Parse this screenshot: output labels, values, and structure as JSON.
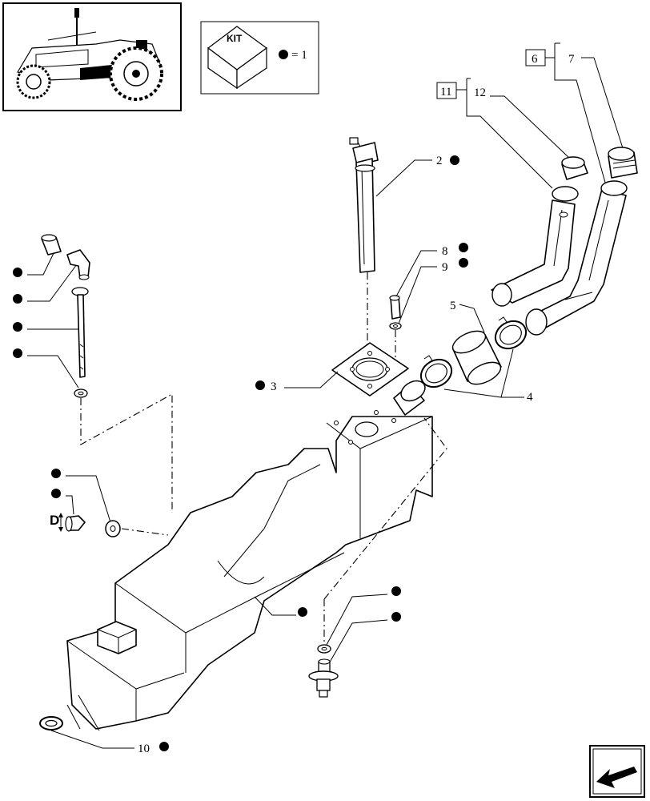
{
  "kit_legend": {
    "kit_label": "KIT",
    "equals_text": "= 1"
  },
  "labels": {
    "p2": "2",
    "p3": "3",
    "p4": "4",
    "p5": "5",
    "p6": "6",
    "p7": "7",
    "p8": "8",
    "p9": "9",
    "p10": "10",
    "p11": "11",
    "p12": "12",
    "dim_d": "D"
  },
  "icons": {
    "thumbnail": "tractor-thumbnail-icon",
    "kit": "kit-box-icon",
    "navigation": "next-page-arrow-icon"
  }
}
